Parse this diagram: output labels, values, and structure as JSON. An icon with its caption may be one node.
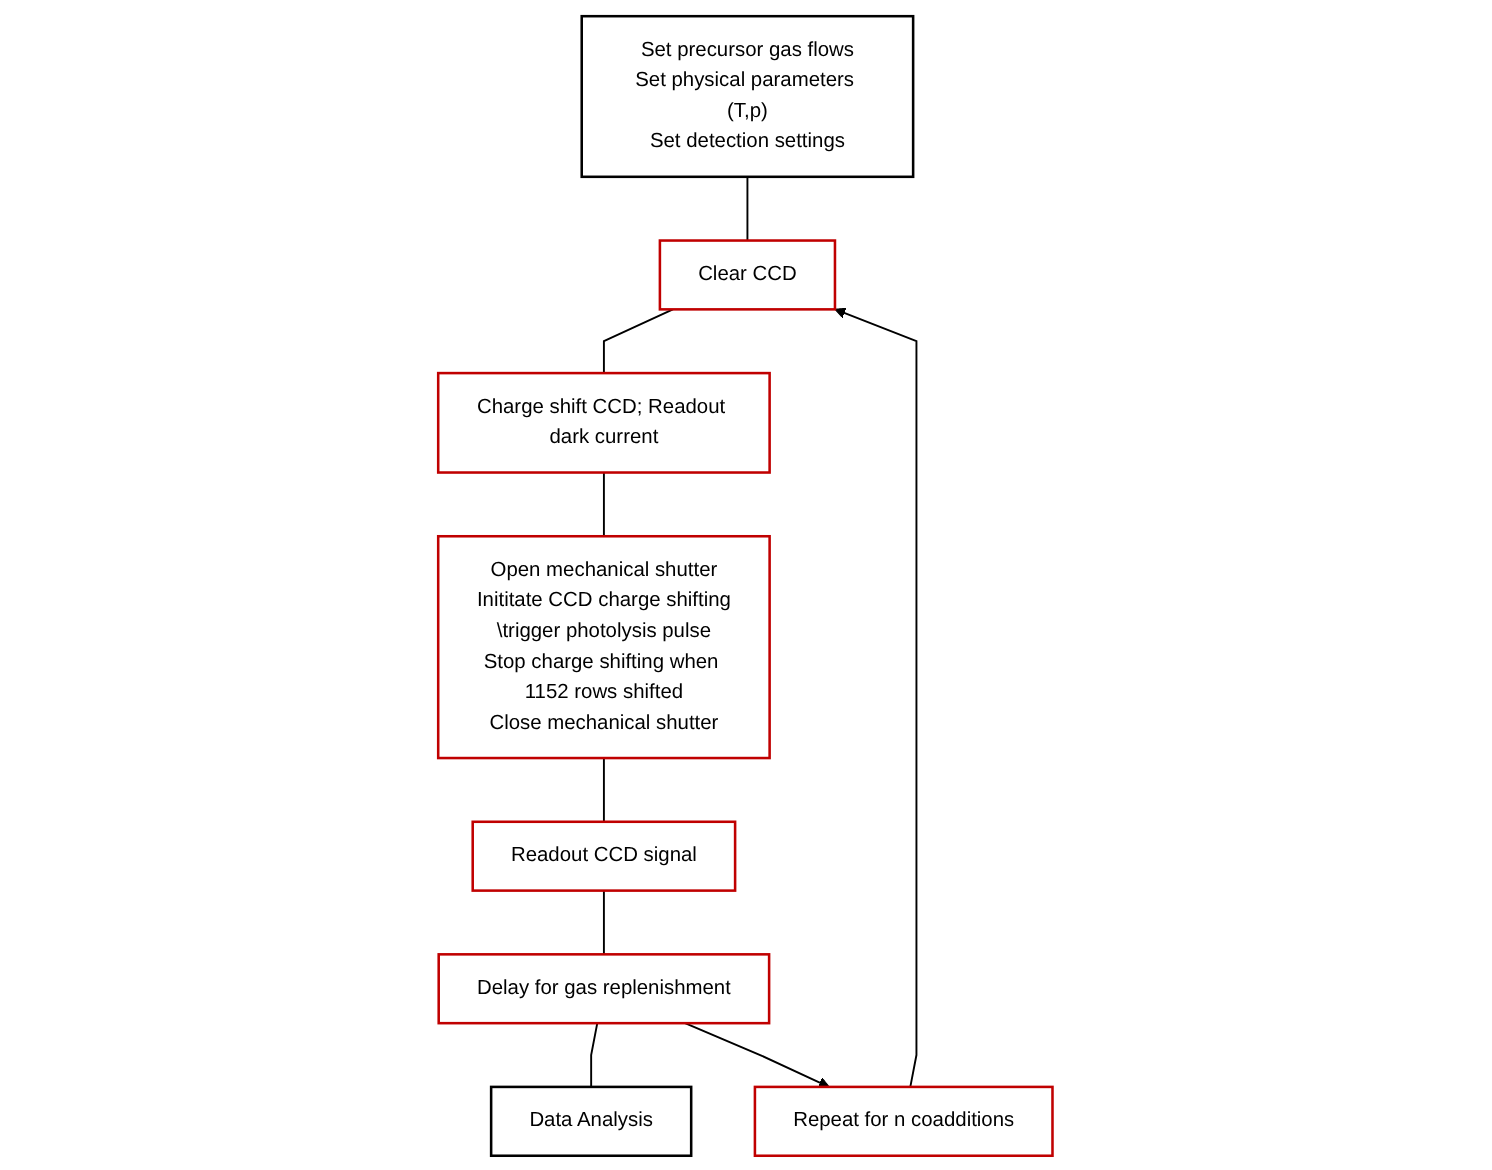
{
  "diagram": {
    "nodes": [
      {
        "text": [
          "Set precursor gas flows",
          "Set physical parameters (T,p)",
          "Set detection settings"
        ]
      },
      {
        "text": [
          "Clear CCD"
        ]
      },
      {
        "text": [
          "Charge shift CCD; Readout dark current"
        ]
      },
      {
        "text": [
          "Open mechanical shutter",
          "Inititate CCD charge shifting",
          "\\trigger photolysis pulse",
          "Stop charge shifting when 1152 rows shifted",
          "Close mechanical shutter"
        ]
      },
      {
        "text": [
          "Readout CCD signal"
        ]
      },
      {
        "text": [
          "Delay for gas replenishment"
        ]
      },
      {
        "text": [
          "Data Analysis"
        ]
      },
      {
        "text": [
          "Repeat for n coadditions"
        ]
      }
    ],
    "edges": [
      {
        "from": 0,
        "to": 1,
        "arrow": "none"
      },
      {
        "from": 1,
        "to": 2,
        "arrow": "none"
      },
      {
        "from": 2,
        "to": 3,
        "arrow": "none"
      },
      {
        "from": 3,
        "to": 4,
        "arrow": "none"
      },
      {
        "from": 4,
        "to": 5,
        "arrow": "none"
      },
      {
        "from": 5,
        "to": 6,
        "arrow": "none"
      },
      {
        "from": 5,
        "to": 7,
        "arrow": "to"
      },
      {
        "from": 7,
        "to": 1,
        "arrow": "to"
      }
    ]
  }
}
